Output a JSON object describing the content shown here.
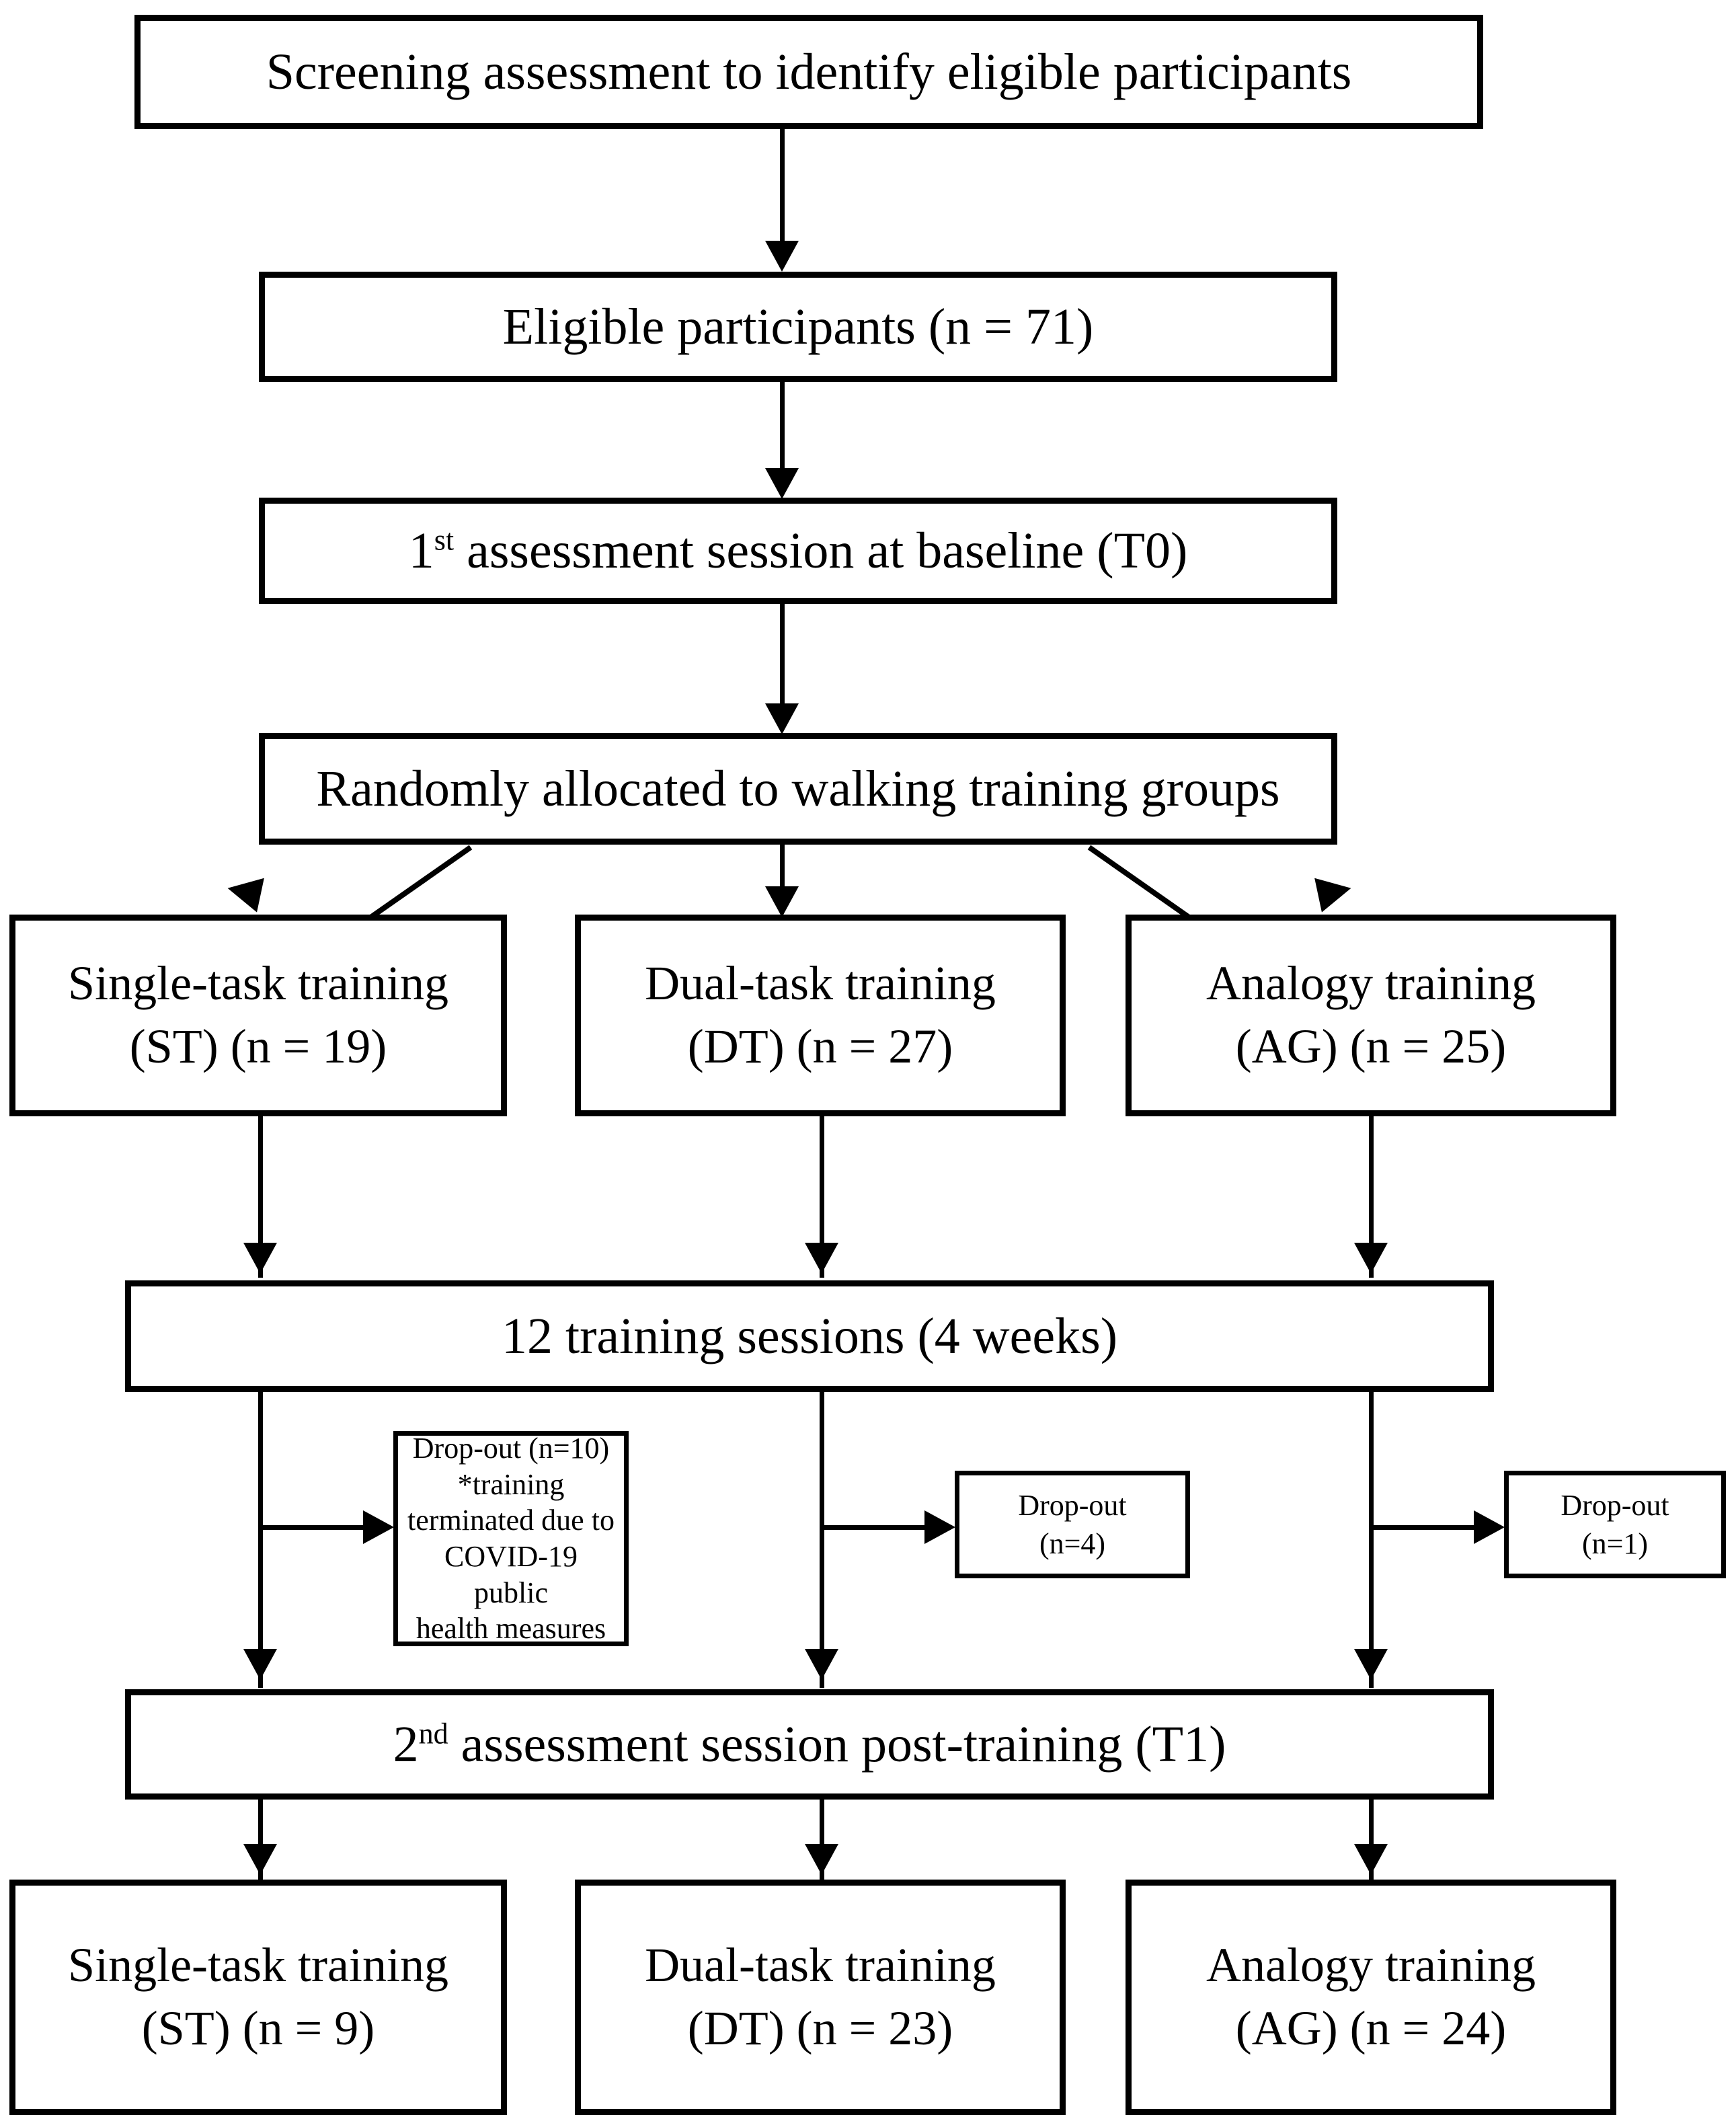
{
  "diagram": {
    "title": "Participant flow diagram",
    "type": "flowchart",
    "nodes": {
      "screening": "Screening assessment to identify eligible participants",
      "eligible": "Eligible participants (n = 71)",
      "assessment_t0_pre": "1",
      "assessment_t0_sup": "st",
      "assessment_t0_post": " assessment  session at baseline (T0)",
      "randomized": "Randomly allocated to walking training groups",
      "group_st_line1": "Single-task  training",
      "group_st_line2": "(ST) (n = 19)",
      "group_dt_line1": "Dual-task training",
      "group_dt_line2": "(DT) (n = 27)",
      "group_ag_line1": "Analogy training",
      "group_ag_line2": "(AG) (n = 25)",
      "training_sessions": "12 training sessions (4 weeks)",
      "dropout_st_line1": "Drop-out (n=10)",
      "dropout_st_line2": "*training",
      "dropout_st_line3": "terminated due to",
      "dropout_st_line4": "COVID-19 public",
      "dropout_st_line5": "health measures",
      "dropout_dt_line1": "Drop-out",
      "dropout_dt_line2": "(n=4)",
      "dropout_ag_line1": "Drop-out",
      "dropout_ag_line2": "(n=1)",
      "assessment_t1_pre": "2",
      "assessment_t1_sup": "nd",
      "assessment_t1_post": " assessment  session post-training (T1)",
      "final_st_line1": "Single-task  training",
      "final_st_line2": "(ST) (n = 9)",
      "final_dt_line1": "Dual-task training",
      "final_dt_line2": "(DT) (n = 23)",
      "final_ag_line1": "Analogy training",
      "final_ag_line2": "(AG) (n = 24)"
    },
    "counts": {
      "eligible_n": 71,
      "st_allocated_n": 19,
      "dt_allocated_n": 27,
      "ag_allocated_n": 25,
      "st_dropout_n": 10,
      "dt_dropout_n": 4,
      "ag_dropout_n": 1,
      "st_final_n": 9,
      "dt_final_n": 23,
      "ag_final_n": 24,
      "training_sessions": 12,
      "training_weeks": 4
    },
    "colors": {
      "line": "#000000",
      "box_fill": "#ffffff",
      "text": "#000000",
      "background": "#ffffff"
    }
  }
}
